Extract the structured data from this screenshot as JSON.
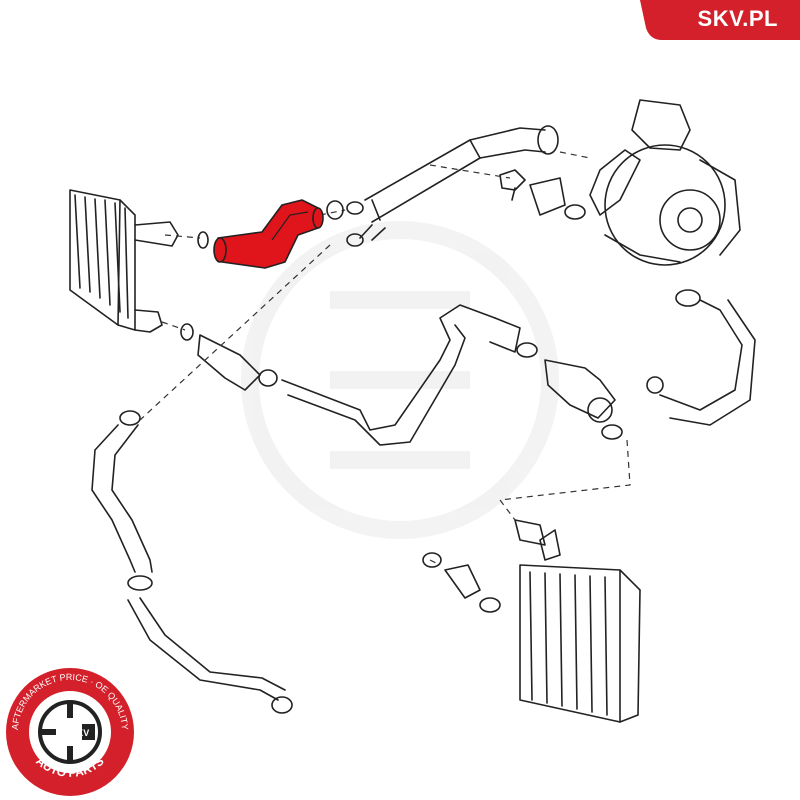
{
  "brand": {
    "site": "SKV.PL",
    "color": "#d3202a"
  },
  "badge": {
    "top_text": "AFTERMARKET PRICE · OE QUALITY",
    "center_text": "SKV",
    "bottom_text": "AUTO PARTS",
    "color": "#d3202a"
  },
  "diagram": {
    "highlight_color": "#e0141b",
    "line_color": "#222222",
    "highlighted_part": "charge-air-hose-upper-left"
  }
}
